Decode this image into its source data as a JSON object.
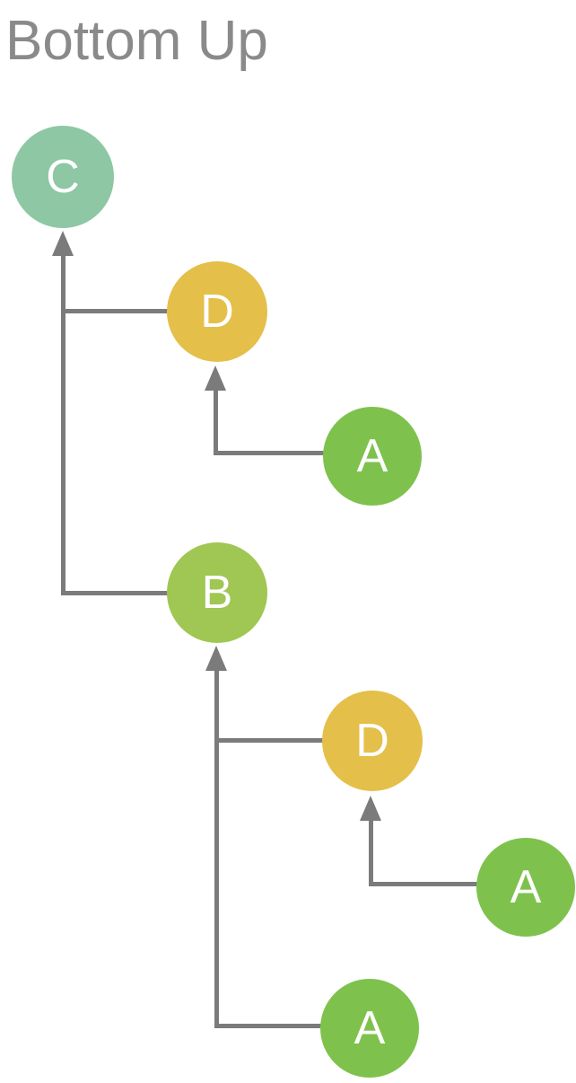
{
  "title": "Bottom Up",
  "colors": {
    "node_a": "#7EC24D",
    "node_b": "#A0C653",
    "node_c": "#8EC7A3",
    "node_d": "#E4BF4A",
    "connector": "#7B7B7B",
    "title_text": "#8A8A8A",
    "node_label": "#FFFFFF"
  },
  "nodes": [
    {
      "id": "c",
      "label": "C"
    },
    {
      "id": "d1",
      "label": "D"
    },
    {
      "id": "a1",
      "label": "A"
    },
    {
      "id": "b",
      "label": "B"
    },
    {
      "id": "d2",
      "label": "D"
    },
    {
      "id": "a2",
      "label": "A"
    },
    {
      "id": "a3",
      "label": "A"
    }
  ],
  "edges": [
    {
      "from": "a1",
      "to": "d1"
    },
    {
      "from": "d1",
      "to": "c"
    },
    {
      "from": "b",
      "to": "c"
    },
    {
      "from": "a2",
      "to": "d2"
    },
    {
      "from": "d2",
      "to": "b"
    },
    {
      "from": "a3",
      "to": "b"
    }
  ]
}
